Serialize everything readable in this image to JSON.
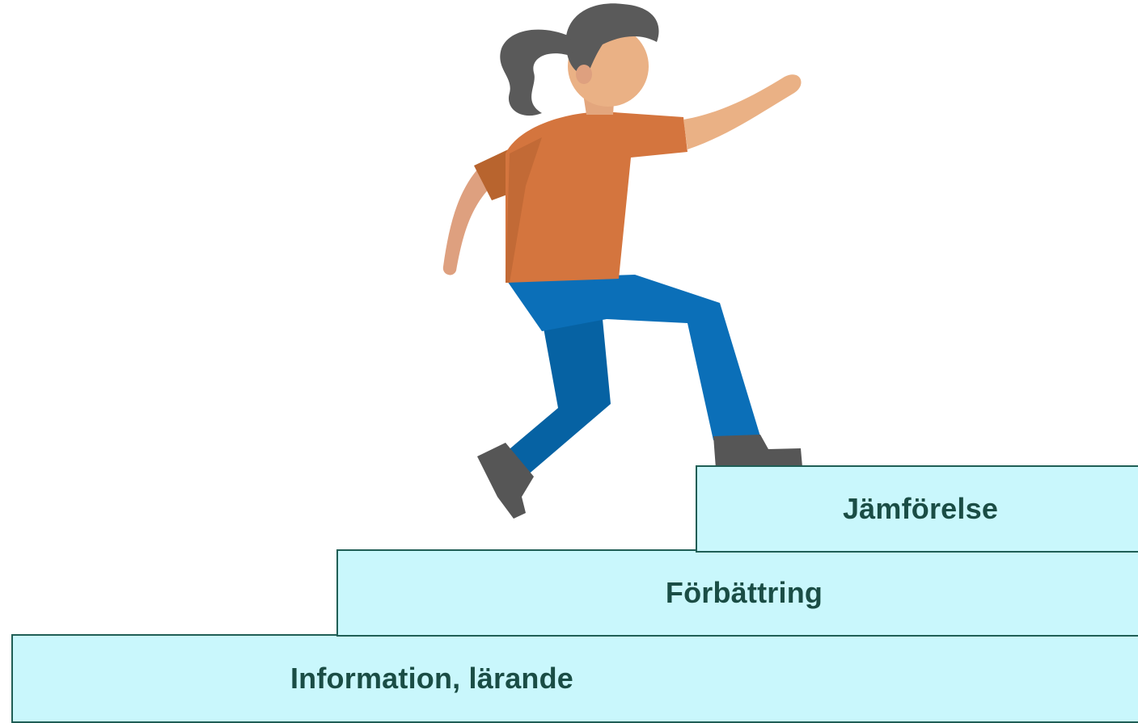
{
  "steps": [
    {
      "label": "Information, lärande"
    },
    {
      "label": "Förbättring"
    },
    {
      "label": "Jämförelse"
    }
  ],
  "colors": {
    "step_fill": "#c9f7fc",
    "step_border": "#1f5e55",
    "step_text": "#1a4d45",
    "hair": "#5a5a5a",
    "skin": "#eab185",
    "shirt": "#d4753e",
    "pants": "#0b6fb8",
    "shoes": "#555555"
  },
  "figure": {
    "icon": "climbing-person-icon"
  }
}
